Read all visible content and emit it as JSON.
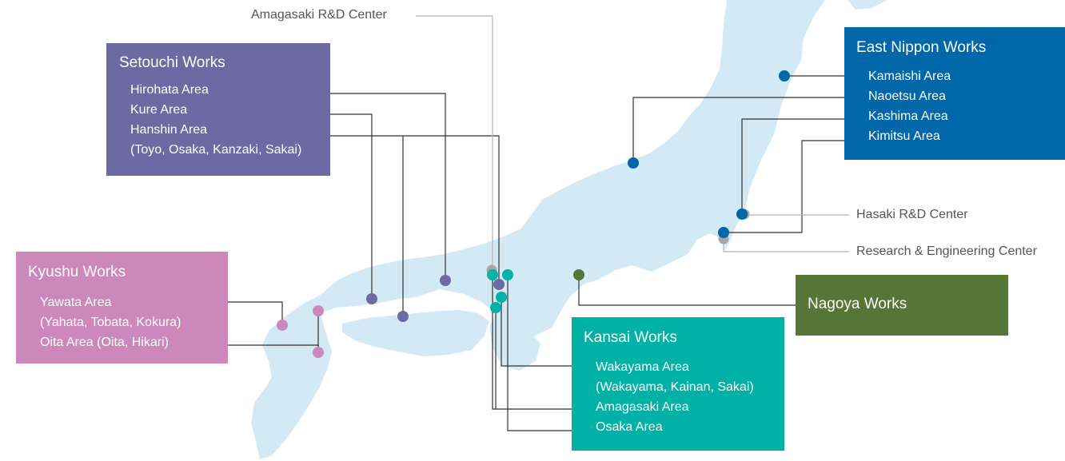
{
  "colors": {
    "land": "#d3e9f5",
    "setouchi": "#6d6aa3",
    "kyushu": "#cc88ba",
    "kansai": "#00b2a5",
    "east_nippon": "#0068a9",
    "nagoya": "#557636",
    "rd_center": "#a6a6a6",
    "leader_line": "#333333",
    "rd_line": "#b3b3b3"
  },
  "boxes": {
    "setouchi": {
      "title": "Setouchi Works",
      "items": [
        "Hirohata Area",
        "Kure Area",
        "Hanshin Area",
        "(Toyo, Osaka, Kanzaki, Sakai)"
      ]
    },
    "kyushu": {
      "title": "Kyushu Works",
      "items": [
        "Yawata Area",
        "(Yahata, Tobata, Kokura)",
        "Oita Area (Oita, Hikari)"
      ]
    },
    "kansai": {
      "title": "Kansai Works",
      "items": [
        "Wakayama Area",
        "(Wakayama, Kainan, Sakai)",
        "Amagasaki Area",
        "Osaka Area"
      ]
    },
    "east_nippon": {
      "title": "East Nippon Works",
      "items": [
        "Kamaishi Area",
        "Naoetsu Area",
        "Kashima Area",
        "Kimitsu Area"
      ]
    },
    "nagoya": {
      "title": "Nagoya Works"
    }
  },
  "centers": {
    "amagasaki_rd": "Amagasaki R&D Center",
    "hasaki_rd": "Hasaki R&D Center",
    "research": "Research & Engineering Center"
  },
  "legend_icons": {
    "location_marker": "circle-marker-icon"
  }
}
